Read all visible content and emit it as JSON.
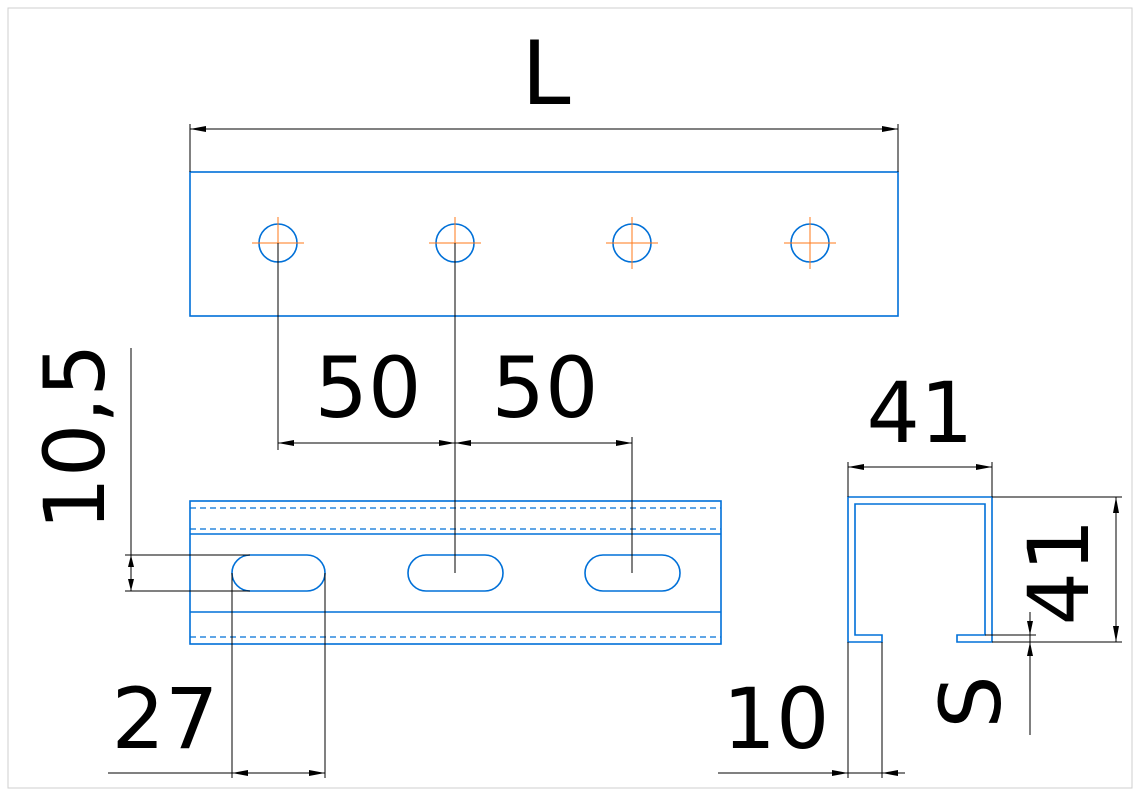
{
  "labels": {
    "length": "L",
    "pitch_1": "50",
    "pitch_2": "50",
    "slot_width": "10,5",
    "slot_length": "27",
    "profile_width": "41",
    "profile_height": "41",
    "opening": "10",
    "thickness": "S"
  },
  "colors": {
    "outline": "#0070d8",
    "centerline": "#ff7a1a",
    "dimension": "#000000"
  }
}
